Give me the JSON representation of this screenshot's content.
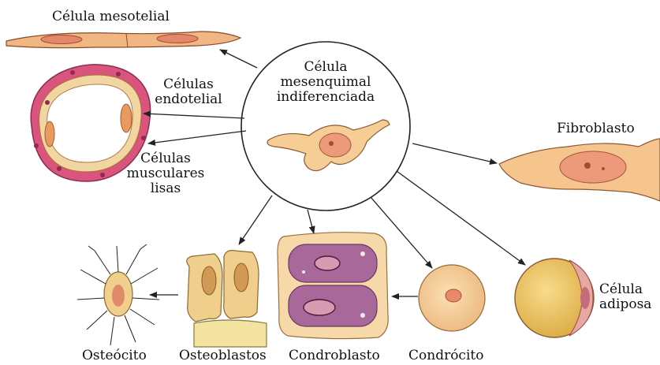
{
  "center": {
    "label_line1": "Célula",
    "label_line2": "mesenquimal",
    "label_line3": "indiferenciada"
  },
  "labels": {
    "mesothelial": "Célula mesotelial",
    "endothelial_line1": "Células",
    "endothelial_line2": "endotelial",
    "smooth_muscle_line1": "Células",
    "smooth_muscle_line2": "musculares",
    "smooth_muscle_line3": "lisas",
    "fibroblast": "Fibroblasto",
    "adipose_line1": "Célula",
    "adipose_line2": "adiposa",
    "osteocyte": "Osteócito",
    "osteoblasts": "Osteoblastos",
    "chondroblast": "Condroblasto",
    "chondrocyte": "Condrócito"
  },
  "colors": {
    "cell_fill": "#f3c48d",
    "nucleus": "#e59a73",
    "muscle_ring": "#d95a80",
    "cartilage": "#a86a95",
    "adipose_fat": "#e9bf56",
    "arrow": "#222222"
  }
}
